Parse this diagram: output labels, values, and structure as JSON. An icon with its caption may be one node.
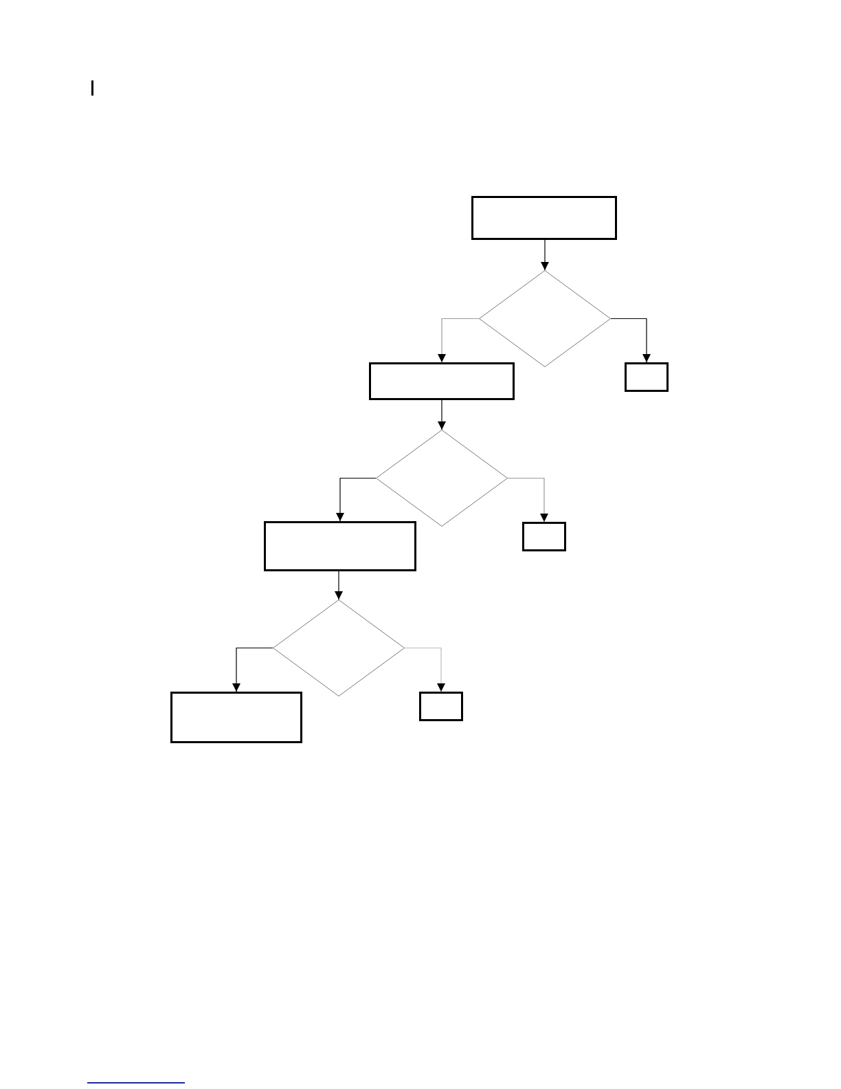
{
  "diagram": {
    "nodes": [
      {
        "text": [],
        "shape": "box"
      },
      {
        "text": [],
        "shape": "diamond"
      },
      {
        "text": [],
        "shape": "box"
      },
      {
        "text": [],
        "shape": "box"
      },
      {
        "text": [],
        "shape": "diamond"
      },
      {
        "text": [],
        "shape": "box"
      },
      {
        "text": [],
        "shape": "box"
      },
      {
        "text": [],
        "shape": "diamond"
      },
      {
        "text": [],
        "shape": "box"
      },
      {
        "text": [],
        "shape": "box"
      }
    ],
    "edges": [
      {
        "from": 0,
        "to": 1,
        "arrow": "to"
      },
      {
        "from": 1,
        "to": 2,
        "arrow": "to",
        "color": "#999999"
      },
      {
        "from": 1,
        "to": 3,
        "arrow": "to"
      },
      {
        "from": 2,
        "to": 4,
        "arrow": "to"
      },
      {
        "from": 4,
        "to": 5,
        "arrow": "to"
      },
      {
        "from": 4,
        "to": 6,
        "arrow": "to",
        "color": "#999999"
      },
      {
        "from": 5,
        "to": 7,
        "arrow": "to"
      },
      {
        "from": 7,
        "to": 8,
        "arrow": "to"
      },
      {
        "from": 7,
        "to": 9,
        "arrow": "to",
        "color": "#bbbbbb"
      }
    ]
  }
}
